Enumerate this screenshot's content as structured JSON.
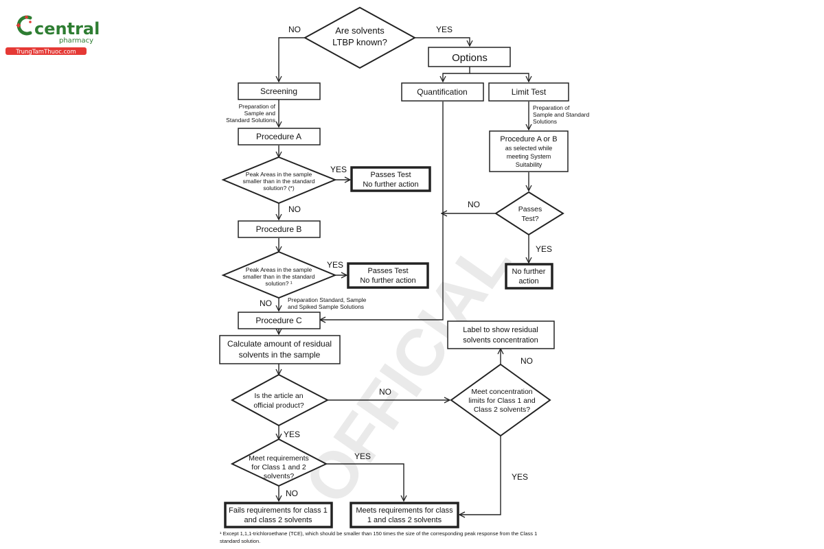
{
  "logo": {
    "brand": "central",
    "sub": "pharmacy",
    "site": "TrungTamThuoc.com",
    "brand_color": "#2e7d32",
    "accent_color": "#e53935"
  },
  "watermark": "OFFICIAL",
  "flowchart": {
    "start": [
      "Are solvents",
      "LTBP known?"
    ],
    "options": "Options",
    "screening": "Screening",
    "prep_ab": [
      "Preparation of",
      "Sample and",
      "Standard Solutions"
    ],
    "procedure_a": "Procedure A",
    "decision_a": [
      "Peak Areas in the sample",
      "smaller than in the standard",
      "solution? (*)"
    ],
    "passes_a": [
      "Passes Test",
      "No further action"
    ],
    "procedure_b": "Procedure B",
    "decision_b": [
      "Peak Areas in the sample",
      "smaller than in the standard",
      "solution? ¹"
    ],
    "passes_b": [
      "Passes Test",
      "No further action"
    ],
    "prep_c": [
      "Preparation Standard, Sample",
      "and Spiked Sample Solutions"
    ],
    "procedure_c": "Procedure C",
    "calculate": [
      "Calculate amount of residual",
      "solvents in the sample"
    ],
    "official": [
      "Is the article an",
      "official product?"
    ],
    "meet_req": [
      "Meet requirements",
      "for Class 1 and 2",
      "solvents?"
    ],
    "fails": [
      "Fails requirements for class 1",
      "and class 2 solvents"
    ],
    "meets": [
      "Meets requirements for class",
      "1 and class 2 solvents"
    ],
    "quantification": "Quantification",
    "limit_test": "Limit Test",
    "prep_limit": [
      "Preparation of",
      "Sample and Standard",
      "Solutions"
    ],
    "proc_ab": [
      "Procedure A or B",
      "as selected while",
      "meeting System",
      "Suitability"
    ],
    "passes_test": [
      "Passes",
      "Test?"
    ],
    "no_further": [
      "No further",
      "action"
    ],
    "meet_conc": [
      "Meet concentration",
      "limits for Class 1 and",
      "Class 2 solvents?"
    ],
    "label_show": [
      "Label to show residual",
      "solvents concentration"
    ],
    "yes": "YES",
    "no": "NO"
  },
  "footnote": [
    "¹ Except 1,1,1-trichloroethane (TCE), which should be smaller than 150 times the size of the corresponding peak response from the Class 1",
    "standard solution."
  ]
}
